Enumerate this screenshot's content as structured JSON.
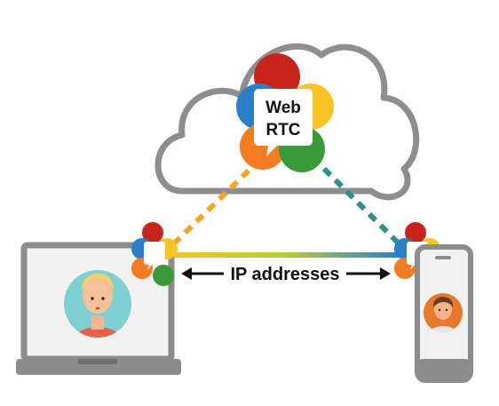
{
  "webrtc_logo": {
    "line1": "Web",
    "line2": "RTC"
  },
  "connection": {
    "label": "IP addresses"
  },
  "colors": {
    "red": "#c9241b",
    "orange": "#f47c20",
    "yellow": "#f7c424",
    "green": "#3a9a3a",
    "blue": "#2a7fc9",
    "teal": "#2f8f8a",
    "cloud_stroke": "#8e8e8e",
    "device_gray": "#8c8c8c",
    "screen_fill": "#f2f2f2"
  },
  "icons": {
    "cloud": "cloud-icon",
    "laptop": "laptop-icon",
    "phone": "smartphone-icon",
    "left_user": "user-avatar-blonde",
    "right_user": "user-avatar-brown-hair"
  }
}
